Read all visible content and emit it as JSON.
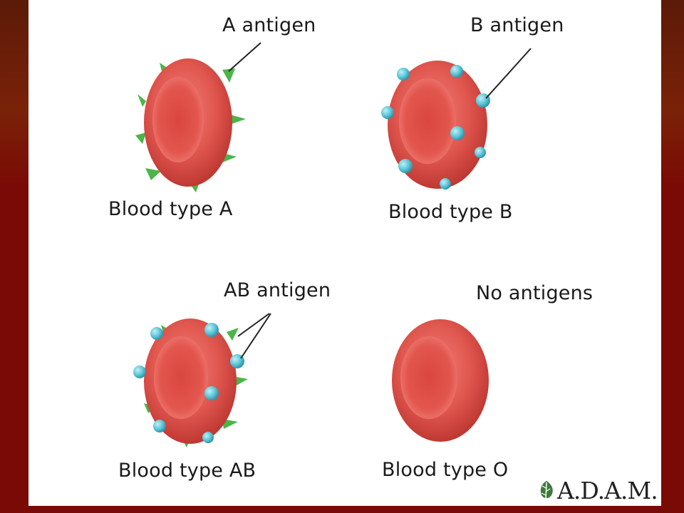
{
  "cells": [
    {
      "id": "type-a",
      "caption": "Blood type A",
      "antigen_label": "A antigen"
    },
    {
      "id": "type-b",
      "caption": "Blood type B",
      "antigen_label": "B antigen"
    },
    {
      "id": "type-ab",
      "caption": "Blood type AB",
      "antigen_label": "AB antigen"
    },
    {
      "id": "type-o",
      "caption": "Blood type O",
      "antigen_label": "No antigens"
    }
  ],
  "logo": {
    "text": "A.D.A.M.",
    "icon": "leaf-icon"
  },
  "colors": {
    "cell": "#e0574f",
    "cell_dark": "#b8322c",
    "antigen_a": "#4bb54a",
    "antigen_b": "#5fc6d8",
    "background": "#7a0a05",
    "panel": "#ffffff"
  }
}
